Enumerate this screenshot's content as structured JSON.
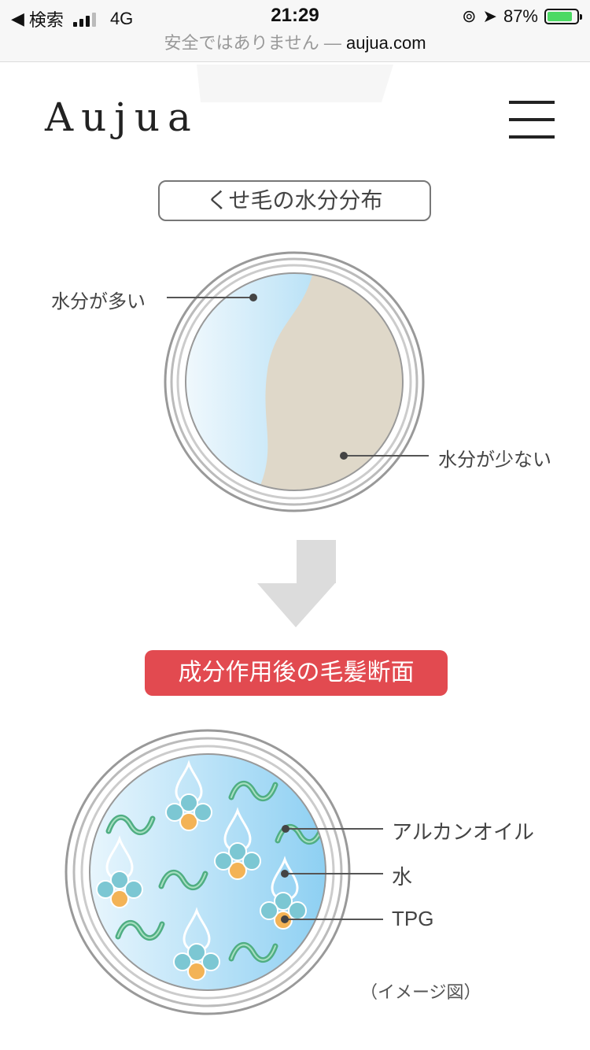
{
  "status_bar": {
    "back_label": "検索",
    "network": "4G",
    "time": "21:29",
    "battery_percent": "87%",
    "battery_level": 0.87
  },
  "url_bar": {
    "security_warning": "安全ではありません",
    "separator": "—",
    "domain": "aujua.com"
  },
  "header": {
    "logo": "Aujua"
  },
  "diagram_top": {
    "title": "くせ毛の水分分布",
    "label_high_moisture": "水分が多い",
    "label_low_moisture": "水分が少ない"
  },
  "diagram_bottom": {
    "title": "成分作用後の毛髪断面",
    "label_argan_oil": "アルカンオイル",
    "label_water": "水",
    "label_tpg": "TPG",
    "caption": "（イメージ図）"
  },
  "colors": {
    "accent_red": "#e24a50",
    "moisture_blue": "#8fd0f1",
    "dry_beige": "#dfd8c9",
    "oil_green": "#4fae83",
    "tpg_orange": "#f3b356"
  }
}
